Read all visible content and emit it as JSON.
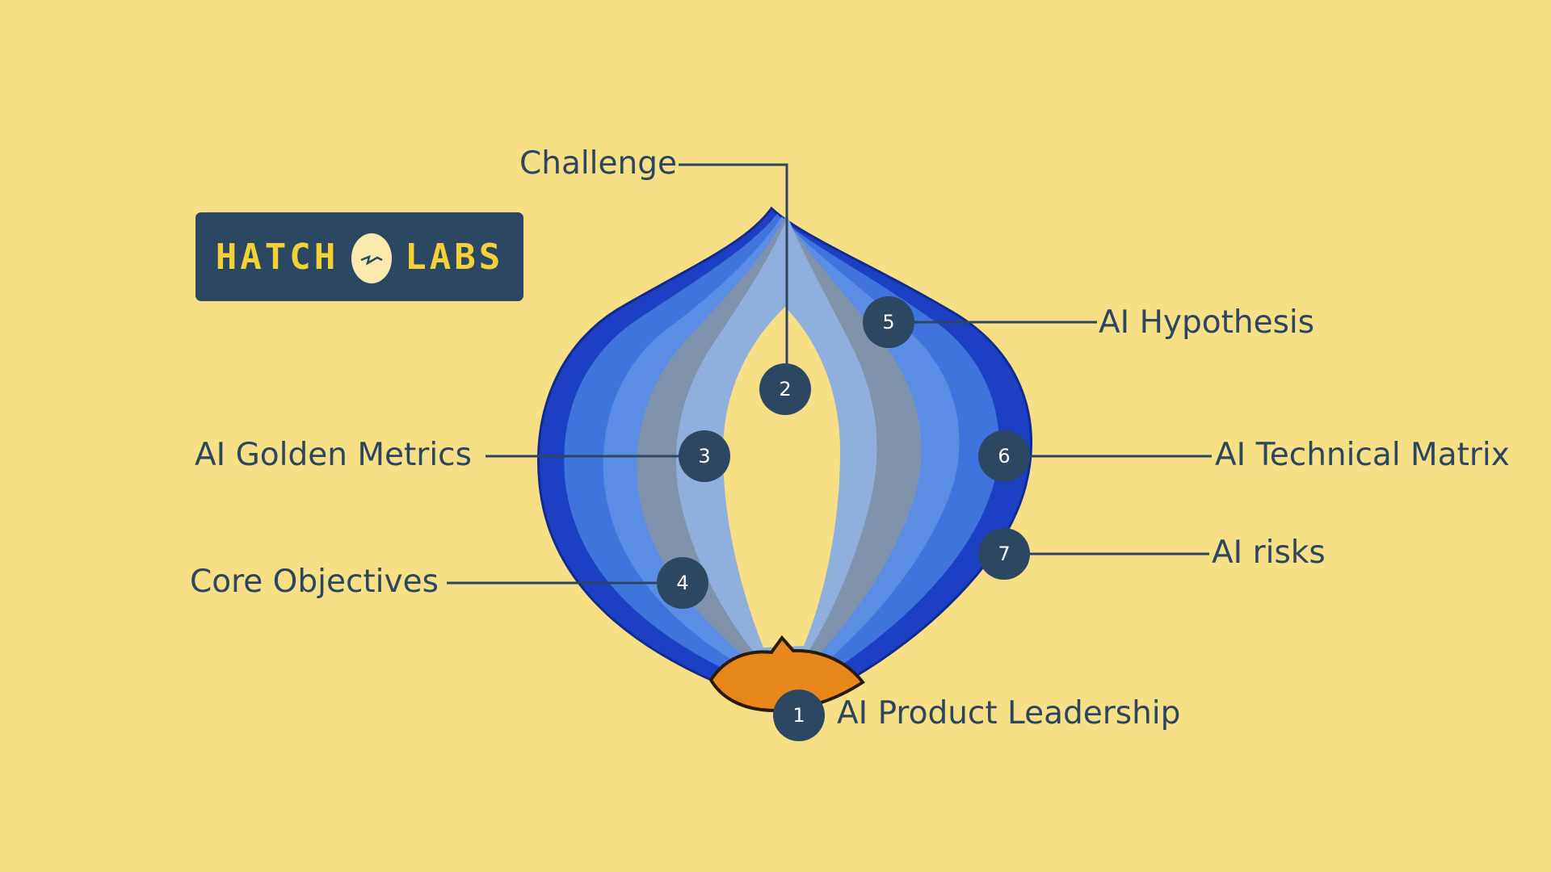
{
  "logo": {
    "left": "HATCH",
    "right": "LABS",
    "egg_icon": "cracked-egg-icon"
  },
  "layers": [
    {
      "number": "1",
      "label": "AI Product Leadership"
    },
    {
      "number": "2",
      "label": "Challenge"
    },
    {
      "number": "3",
      "label": "AI Golden Metrics"
    },
    {
      "number": "4",
      "label": "Core Objectives"
    },
    {
      "number": "5",
      "label": "AI Hypothesis"
    },
    {
      "number": "6",
      "label": "AI Technical Matrix"
    },
    {
      "number": "7",
      "label": "AI risks"
    }
  ],
  "colors": {
    "background": "#f7df86",
    "text": "#2d4660",
    "badge": "#2b4762",
    "logo_text": "#f4d237",
    "onion_outer": "#1d3fc4",
    "onion_mid": "#3f74dc",
    "onion_light": "#8fb0dc",
    "onion_grey": "#7f93ad",
    "core": "#e8871c"
  }
}
